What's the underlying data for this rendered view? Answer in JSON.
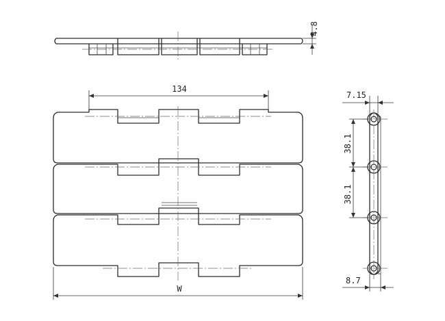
{
  "dimensions": {
    "thickness": "4.8",
    "pitch_width": "134",
    "side_offset_top": "7.15",
    "pitch_1": "38.1",
    "pitch_2": "38.1",
    "side_offset_bottom": "8.7",
    "total_width": "W"
  }
}
